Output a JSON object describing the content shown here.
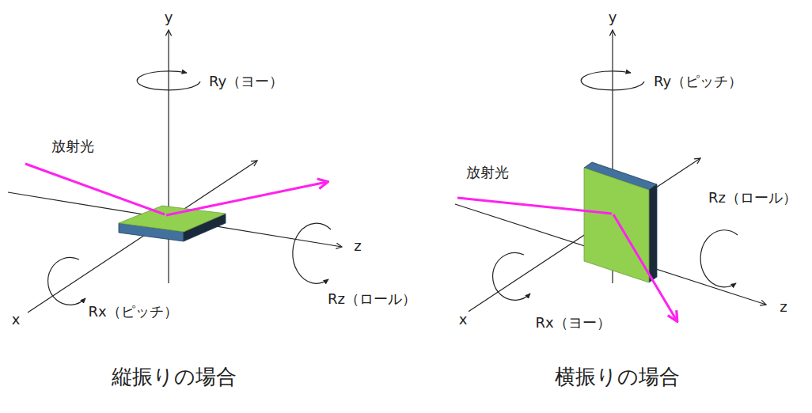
{
  "diagram": {
    "labels": [
      "y",
      "Ry（ヨー）",
      "放射光",
      "z",
      "Rz（ロール）",
      "x",
      "Rx（ピッチ）",
      "縦振りの場合",
      "y",
      "Ry（ピッチ）",
      "放射光",
      "Rz（ロール）",
      "z",
      "x",
      "Rx（ヨー）",
      "横振りの場合"
    ]
  }
}
